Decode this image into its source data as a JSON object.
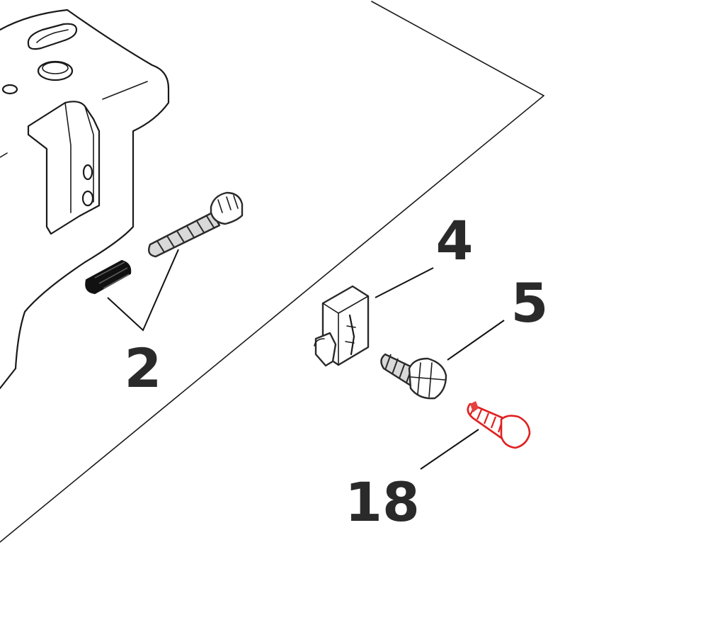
{
  "callouts": {
    "part_2": "2",
    "part_4": "4",
    "part_5": "5",
    "part_18": "18"
  },
  "colors": {
    "line": "#1a1a1a",
    "label": "#2a2a2a",
    "highlight": "#e02020",
    "background": "#ffffff"
  }
}
